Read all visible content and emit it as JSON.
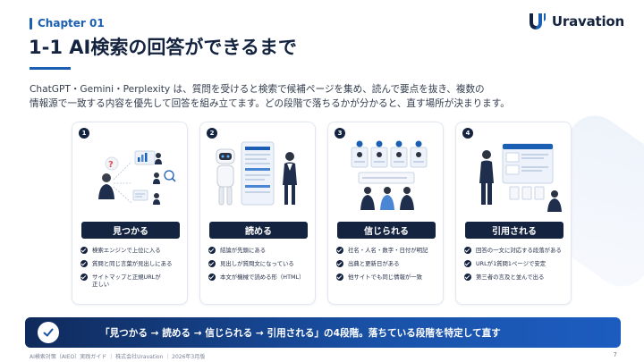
{
  "header": {
    "chapter": "Chapter 01",
    "title": "1-1 AI検索の回答ができるまで"
  },
  "logo": {
    "text": "Uravation",
    "icon": "uravation-logo-icon"
  },
  "intro": {
    "line1": "ChatGPT・Gemini・Perplexity は、質問を受けると検索で候補ページを集め、読んで要点を抜き、複数の",
    "line2": "情報源で一致する内容を優先して回答を組み立てます。どの段階で落ちるかが分かると、直す場所が決まります。"
  },
  "steps": [
    {
      "number": "1",
      "label": "見つかる",
      "illustration": "search-discovery-illustration",
      "points": [
        "検索エンジンで上位に入る",
        "質問と同じ言葉が見出しにある",
        "サイトマップと正規URLが",
        "正しい"
      ]
    },
    {
      "number": "2",
      "label": "読める",
      "illustration": "robot-reading-illustration",
      "points": [
        "結論が先頭にある",
        "見出しが質問文になっている",
        "本文が機械で読める形（HTML）"
      ]
    },
    {
      "number": "3",
      "label": "信じられる",
      "illustration": "trust-verification-illustration",
      "points": [
        "社名・人名・数字・日付が明記",
        "出典と更新日がある",
        "他サイトでも同じ情報が一致"
      ]
    },
    {
      "number": "4",
      "label": "引用される",
      "illustration": "citation-illustration",
      "points": [
        "回答の一文に対応する段落がある",
        "URLが1質問1ページで安定",
        "第三者の言及と並んで出る"
      ]
    }
  ],
  "banner": {
    "icon": "check-circle-icon",
    "text": "「見つかる → 読める → 信じられる → 引用される」の4段階。落ちている段階を特定して直す"
  },
  "footer": {
    "text": "AI検索対策（AIEO）実践ガイド ｜ 株式会社Uravation ｜ 2026年3月版",
    "page": "7"
  },
  "colors": {
    "navy": "#14233f",
    "accent": "#1a5fb4",
    "banner_start": "#0f2a5c",
    "banner_end": "#1c5cc0"
  }
}
